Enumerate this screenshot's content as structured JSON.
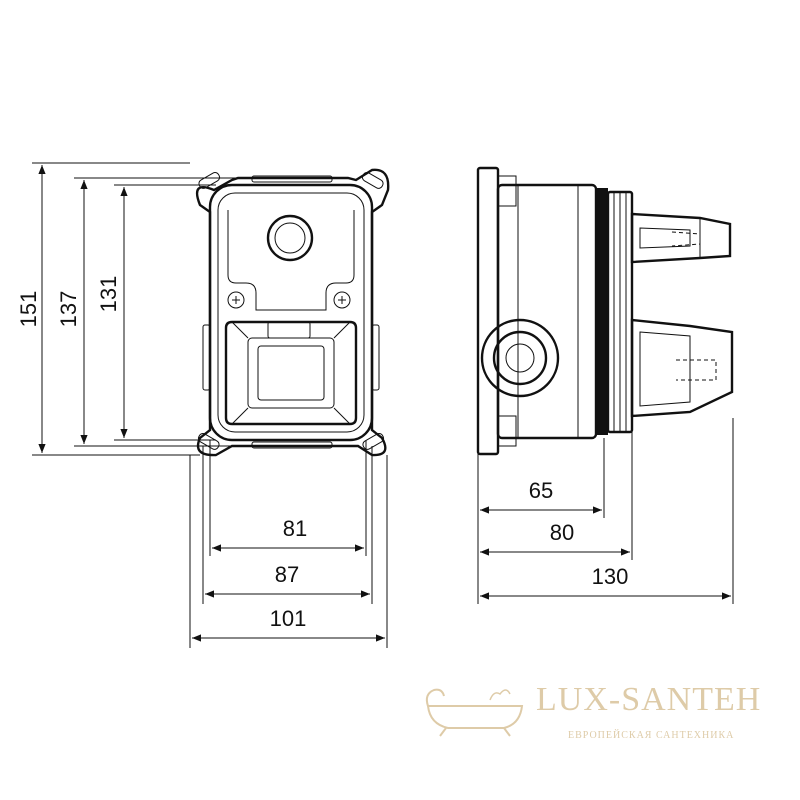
{
  "dimensions": {
    "height_overall": "151",
    "height_flange": "137",
    "height_box": "131",
    "width_box": "81",
    "width_flange": "87",
    "width_overall": "101",
    "depth_body": "65",
    "depth_thread": "80",
    "depth_overall": "130"
  },
  "watermark": {
    "brand": "LUX-SANTEH",
    "tagline": "ЕВРОПЕЙСКАЯ САНТЕХНИКА"
  },
  "colors": {
    "line": "#111111",
    "watermark": "#d9c39a"
  }
}
